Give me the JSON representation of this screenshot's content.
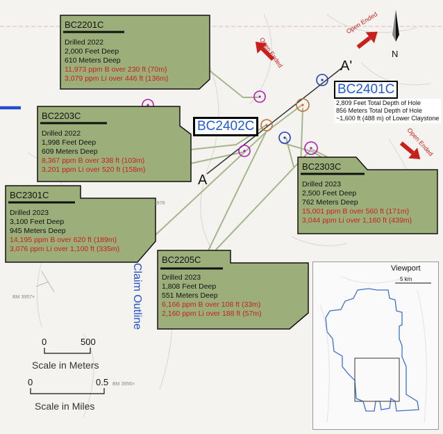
{
  "callouts": {
    "bc2201c": {
      "name": "BC2201C",
      "drilled": "Drilled 2022",
      "feet": "2,000 Feet Deep",
      "meters": "610 Meters Deep",
      "boron": "11,973 ppm B over 230 ft (70m)",
      "lithium": "3,079 ppm Li over 446 ft (136m)"
    },
    "bc2203c": {
      "name": "BC2203C",
      "drilled": "Drilled 2022",
      "feet": "1,998 Feet Deep",
      "meters": "609 Meters Deep",
      "boron": "8,367 ppm B over 338 ft (103m)",
      "lithium": "3,201 ppm Li over 520 ft (158m)"
    },
    "bc2301c": {
      "name": "BC2301C",
      "drilled": "Drilled 2023",
      "feet": "3,100 Feet Deep",
      "meters": "945 Meters Deep",
      "boron": "14,195 ppm B over 620 ft (189m)",
      "lithium": "3,076 ppm Li over 1,100 ft (335m)"
    },
    "bc2205c": {
      "name": "BC2205C",
      "drilled": "Drilled 2023",
      "feet": "1,808 Feet Deep",
      "meters": "551 Meters Deep",
      "boron": "6,166 ppm B over 108 ft (33m)",
      "lithium": "2,160 ppm Li over 188 ft (57m)"
    },
    "bc2303c": {
      "name": "BC2303C",
      "drilled": "Drilled 2023",
      "feet": "2,500 Feet Deep",
      "meters": "762 Meters Deep",
      "boron": "15,001 ppm B over 560 ft (171m)",
      "lithium": "3,044 ppm Li over 1,160 ft (439m)"
    }
  },
  "bc2401c": {
    "name": "BC2401C",
    "line1": "2,809 Feet Total Depth of Hole",
    "line2": "856 Meters Total Depth of Hole",
    "line3": "~1,600 ft (488 m) of Lower Claystone"
  },
  "bc2402c": {
    "name": "BC2402C"
  },
  "section": {
    "start": "A",
    "end": "A'"
  },
  "open_ended": "Open Ended",
  "north": "N",
  "claim": "Claim Outline",
  "scale_m": {
    "zero": "0",
    "max": "500",
    "label": "Scale in Meters"
  },
  "scale_mi": {
    "zero": "0",
    "max": "0.5",
    "label": "Scale in Miles"
  },
  "viewport": {
    "title": "Viewport",
    "km": "5 km"
  },
  "basemap": {
    "bm1": "BM 3957×",
    "bm2": "BM 3956×",
    "elev": "3978"
  },
  "colors": {
    "callout_fill": "#9caf7a",
    "claim_line": "#1f4fd0",
    "arrow": "#c8201c",
    "hole_magenta": "#b01cb0",
    "hole_blue": "#1a3fc0",
    "hole_orange": "#c07030"
  }
}
